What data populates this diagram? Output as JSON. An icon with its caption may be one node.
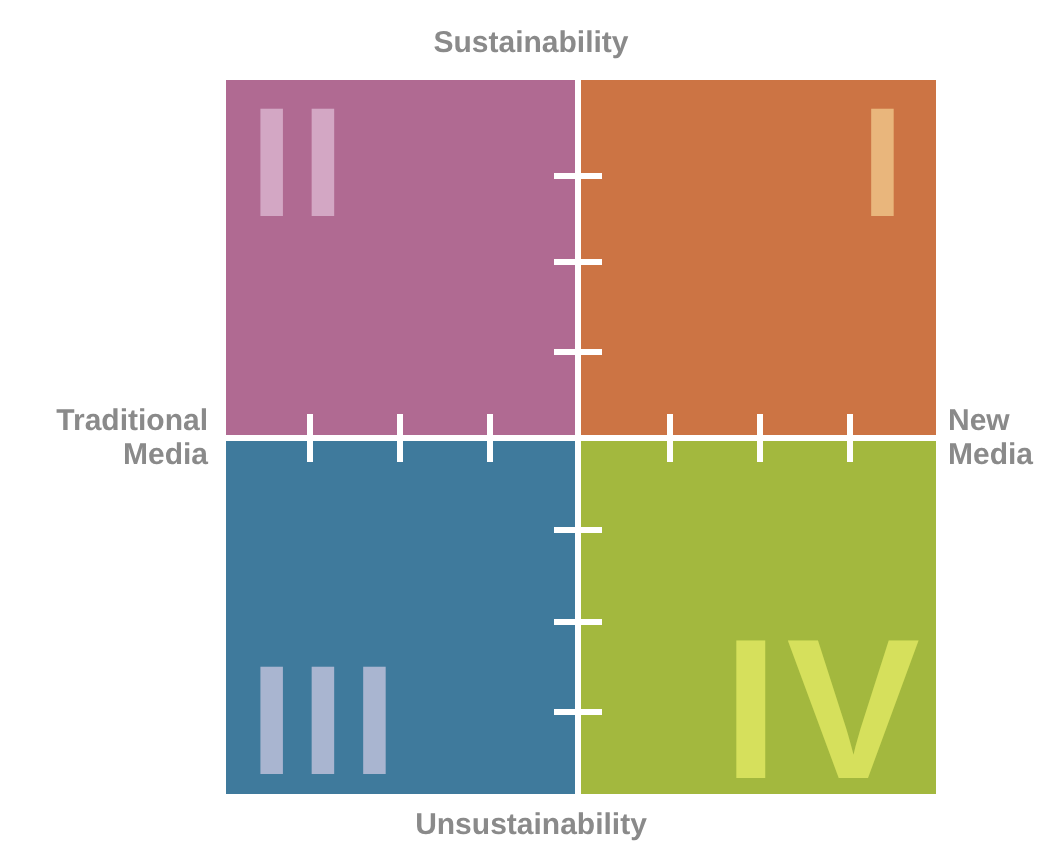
{
  "diagram": {
    "nodes": [
      {
        "text": [
          "II"
        ]
      },
      {
        "text": [
          "I"
        ]
      },
      {
        "text": [
          "III"
        ]
      },
      {
        "text": [
          "IV"
        ]
      }
    ],
    "labels": [
      "Sustainability",
      "Traditional Media",
      "New Media",
      "Unsustainability"
    ]
  }
}
